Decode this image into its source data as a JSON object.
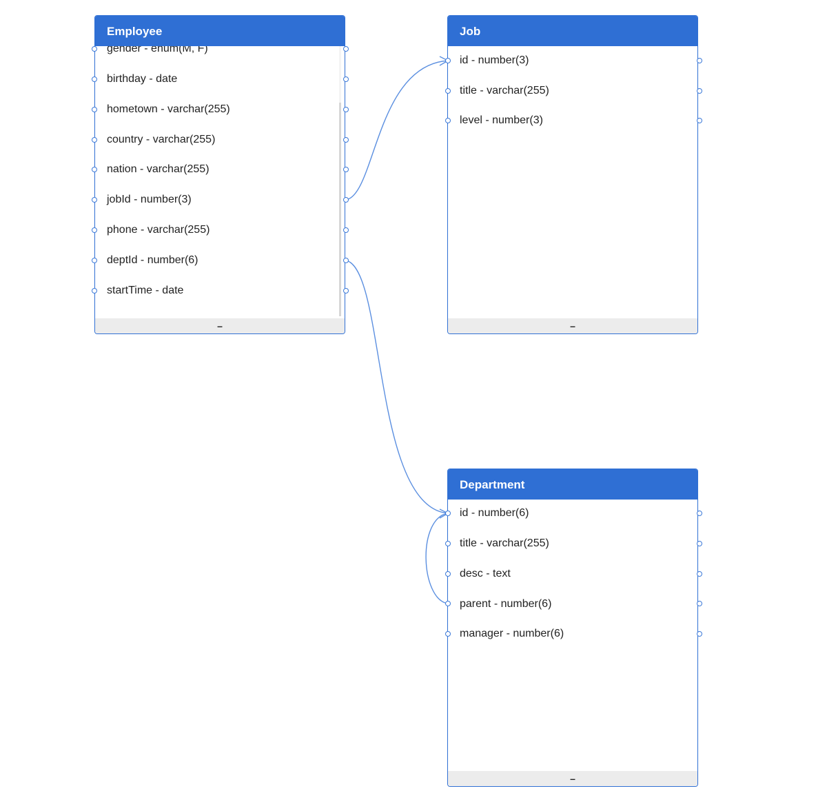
{
  "colors": {
    "header": "#2f6fd4",
    "link": "#5b8fe0",
    "footer": "#ececec"
  },
  "tables": {
    "employee": {
      "title": "Employee",
      "collapse": "–",
      "fields": [
        "gender - enum(M, F)",
        "birthday - date",
        "hometown - varchar(255)",
        "country - varchar(255)",
        "nation - varchar(255)",
        "jobId - number(3)",
        "phone - varchar(255)",
        "deptId - number(6)",
        "startTime - date"
      ]
    },
    "job": {
      "title": "Job",
      "collapse": "–",
      "fields": [
        "id - number(3)",
        "title - varchar(255)",
        "level - number(3)"
      ]
    },
    "department": {
      "title": "Department",
      "collapse": "–",
      "fields": [
        "id - number(6)",
        "title - varchar(255)",
        "desc - text",
        "parent - number(6)",
        "manager - number(6)"
      ]
    }
  },
  "relations": [
    {
      "from": "Employee.jobId",
      "to": "Job.id"
    },
    {
      "from": "Employee.deptId",
      "to": "Department.id"
    },
    {
      "from": "Department.parent",
      "to": "Department.id"
    }
  ]
}
